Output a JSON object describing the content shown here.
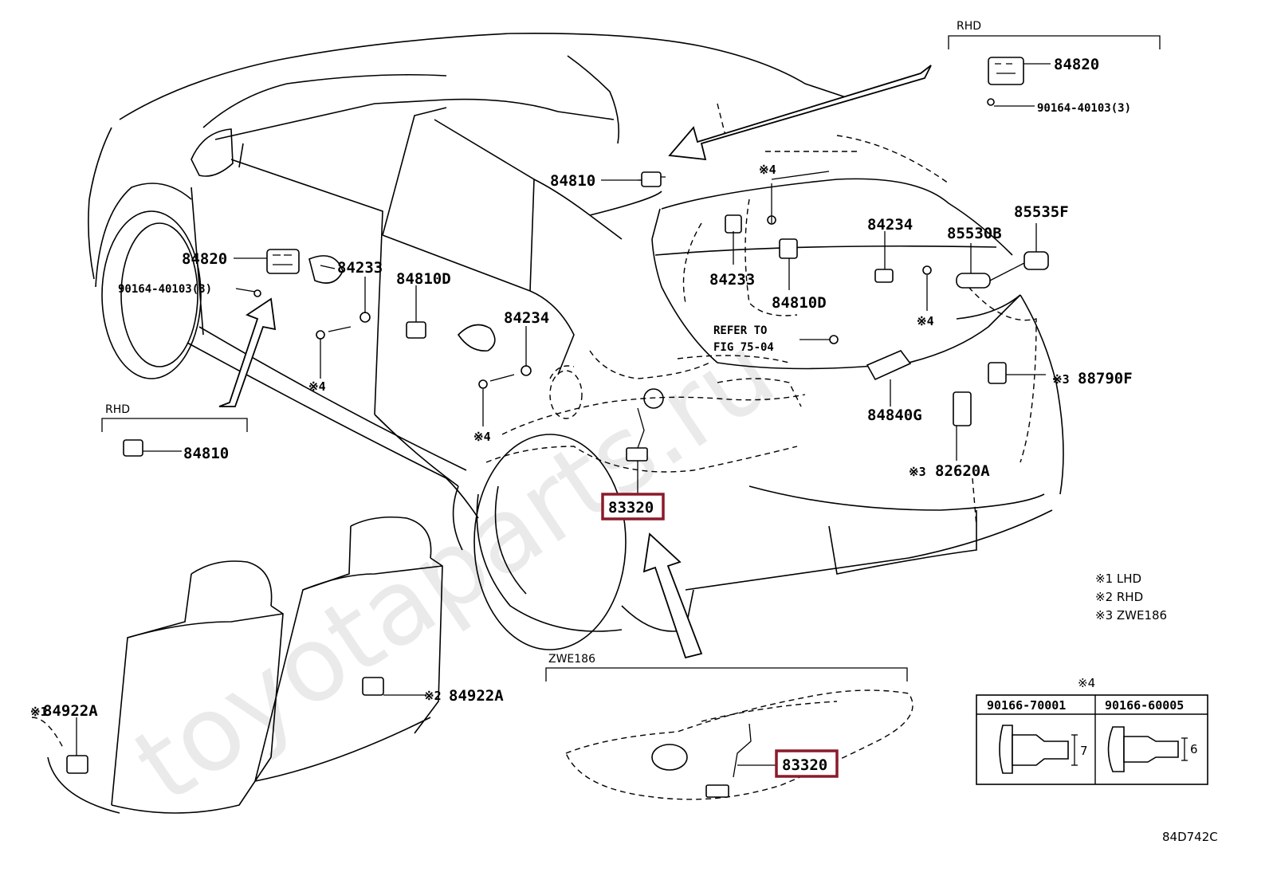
{
  "watermark": "toyotaparts.ru",
  "drawing_id": "84D742C",
  "highlight_color": "#8b1a2b",
  "callouts": {
    "p84820_top": "84820",
    "p90164_top": "90164-40103(3)",
    "p84810_top": "84810",
    "p84820_left": "84820",
    "p90164_left": "90164-40103(3)",
    "p84233_left": "84233",
    "p84810d_left": "84810D",
    "p84234_left": "84234",
    "p84233_right": "84233",
    "p84234_right": "84234",
    "p84810d_right": "84810D",
    "p85530b": "85530B",
    "p85535f": "85535F",
    "p88790f": "88790F",
    "p84840g": "84840G",
    "p82620a": "82620A",
    "p84810_rhd": "84810",
    "p83320_main": "83320",
    "p83320_zwe": "83320",
    "p84922a_right": "84922A",
    "p84922a_left": "84922A"
  },
  "marks": {
    "m4_a": "※4",
    "m4_b": "※4",
    "m4_c": "※4",
    "m4_d": "※4",
    "m3_a": "※3",
    "m3_b": "※3",
    "m2": "※2",
    "m1": "※1"
  },
  "refer": {
    "line1": "REFER TO",
    "line2": "FIG 75-04"
  },
  "sections": {
    "rhd_top": "RHD",
    "rhd_left": "RHD",
    "zwe186": "ZWE186"
  },
  "legend": {
    "l1": "※1 LHD",
    "l2": "※2 RHD",
    "l3": "※3 ZWE186"
  },
  "fastener_table": {
    "mark": "※4",
    "col1": "90166-70001",
    "col2": "90166-60005",
    "dim1": "7",
    "dim2": "6"
  }
}
